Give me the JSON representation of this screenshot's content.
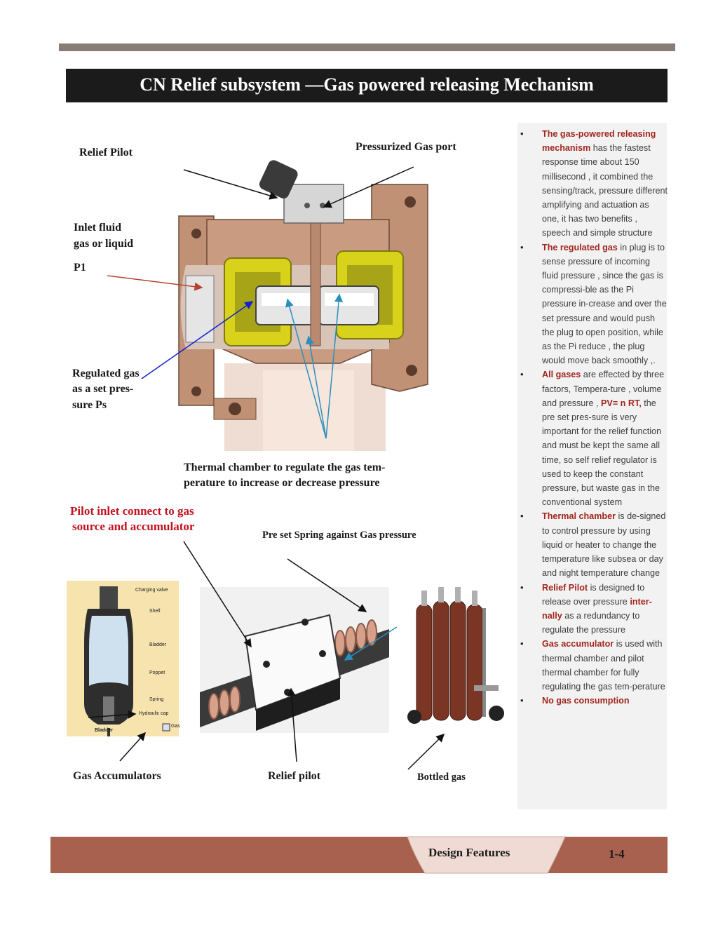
{
  "title": "CN Relief subsystem —Gas powered  releasing  Mechanism",
  "labels": {
    "relief_pilot_top": "Relief  Pilot",
    "pressurized_gas_port": "Pressurized Gas  port",
    "inlet_fluid": [
      "Inlet fluid",
      "gas or liquid",
      "P1"
    ],
    "regulated_gas": [
      "Regulated  gas",
      "as   a  set pres-",
      "sure  Ps"
    ],
    "thermal_chamber": [
      "Thermal  chamber to regulate the gas tem-",
      "perature  to  increase or decrease  pressure"
    ],
    "pilot_inlet": [
      "Pilot inlet connect to  gas",
      "source and accumulator"
    ],
    "preset_spring": "Pre set  Spring against Gas pressure",
    "gas_accumulators": "Gas Accumulators",
    "relief_pilot_bottom": "Relief pilot",
    "bottled_gas": "Bottled gas"
  },
  "accumulator_diagram": {
    "labels": [
      "Charging valve",
      "Shell",
      "Bladder",
      "Poppet",
      "Spring",
      "Hydraulic cap"
    ],
    "bottom_label": "Bladder",
    "legend": "Gas"
  },
  "notes": [
    {
      "bold": "The gas-powered releasing mechanism",
      "text": "  has  the fastest response  time about 150 millisecond , it combined the sensing/track, pressure different amplifying and actuation  as one,  it has two benefits , speech  and simple structure"
    },
    {
      "bold": "The regulated  gas",
      "text": "  in plug is   to sense pressure of incoming fluid pressure  , since the gas is compressi-ble  as  the Pi pressure in-crease and over the set pressure and would   push the plug to open position, while as the Pi reduce , the plug would move back smoothly ,."
    },
    {
      "bold": "  All gases",
      "text": "  are effected by three factors,  Tempera-ture , volume and pressure , ",
      "bold2": "PV=  n RT,",
      "text2": "    the pre set pres-sure is very important for the relief function and must be kept the same all time, so self relief  regulator is used  to  keep the constant pressure, but waste  gas in the conventional  system"
    },
    {
      "bold": " Thermal chamber",
      "text": " is de-signed  to control pressure by  using  liquid or heater to change the temperature like subsea  or day and night temperature change"
    },
    {
      "bold": "Relief  Pilot",
      "text": "  is designed to release  over pressure ",
      "bold2": "inter-nally",
      "text2": " as a redundancy to regulate the  pressure"
    },
    {
      "bold": "Gas accumulator",
      "text": "  is used with thermal chamber and pilot thermal chamber for fully regulating the gas tem-perature"
    },
    {
      "bold": "No gas consumption",
      "text": ""
    }
  ],
  "footer": {
    "section": "Design Features",
    "page": "1-4"
  },
  "colors": {
    "title_bg": "#1b1b1b",
    "footer": "#a8614f",
    "accent_red": "#c1121f",
    "note_bold": "#a0261d"
  }
}
